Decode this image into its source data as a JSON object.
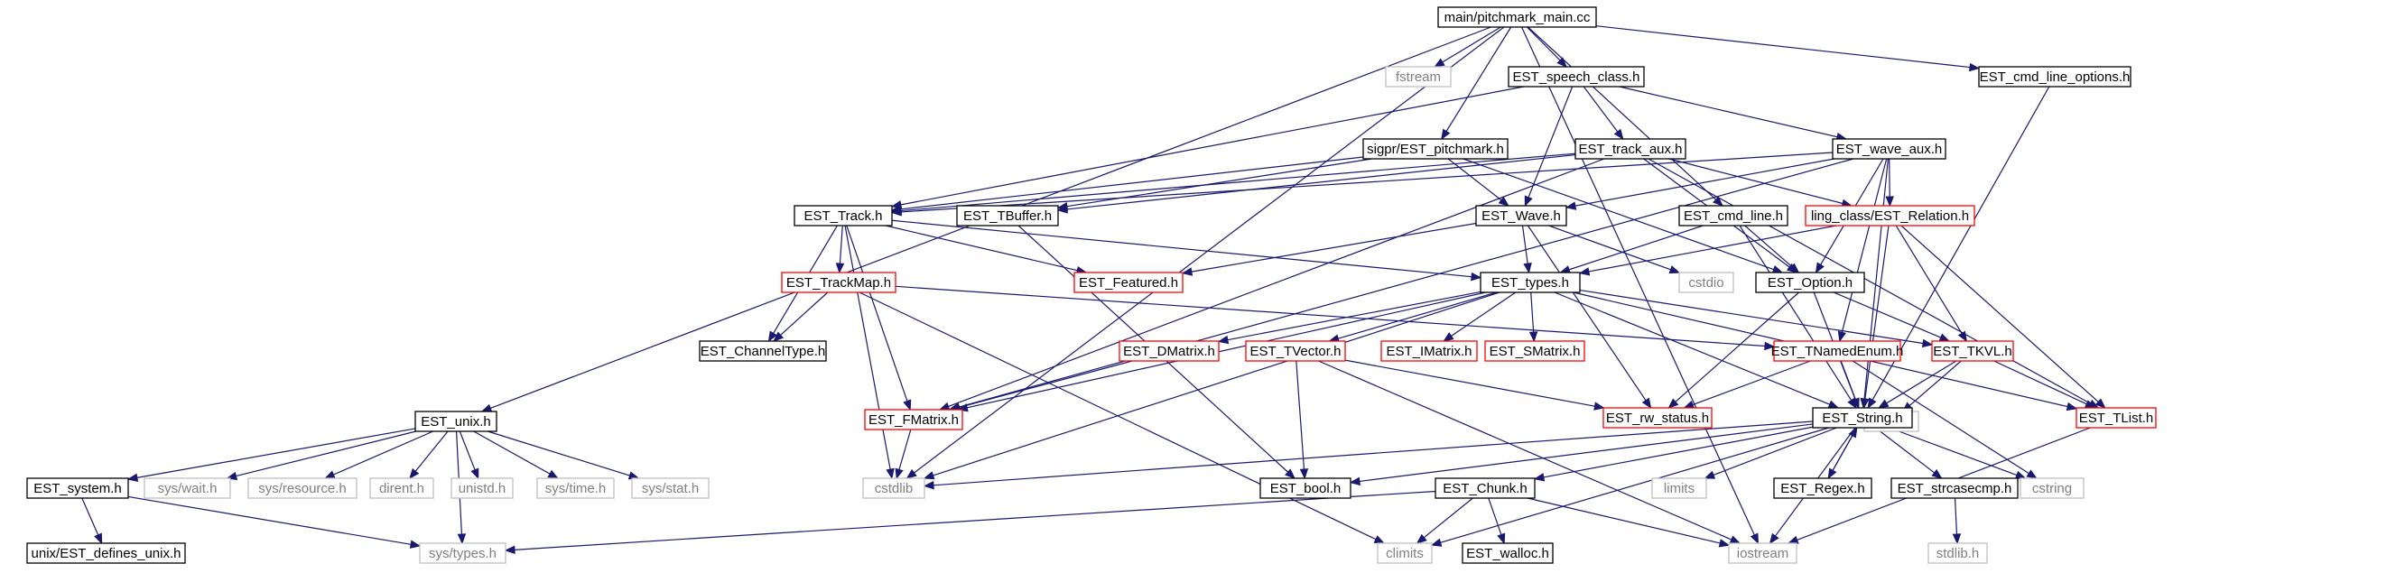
{
  "diagram": {
    "type": "include-dependency-graph",
    "colors": {
      "edge": "#191970",
      "node_border_default": "#000000",
      "node_border_expanded": "#ff0000",
      "node_border_external": "#bfbfbf",
      "node_fill_root": "#bfbfbf",
      "node_fill": "#ffffff"
    },
    "nodes": [
      {
        "id": "root",
        "label": "main/pitchmark_main.cc",
        "style": "root"
      },
      {
        "id": "fstream",
        "label": "fstream",
        "style": "external"
      },
      {
        "id": "speech_class",
        "label": "EST_speech_class.h",
        "style": "normal"
      },
      {
        "id": "cmd_line_options",
        "label": "EST_cmd_line_options.h",
        "style": "normal"
      },
      {
        "id": "sigpr_pitchmark",
        "label": "sigpr/EST_pitchmark.h",
        "style": "normal"
      },
      {
        "id": "track_aux",
        "label": "EST_track_aux.h",
        "style": "normal"
      },
      {
        "id": "wave_aux",
        "label": "EST_wave_aux.h",
        "style": "normal"
      },
      {
        "id": "track",
        "label": "EST_Track.h",
        "style": "normal"
      },
      {
        "id": "tbuffer",
        "label": "EST_TBuffer.h",
        "style": "normal"
      },
      {
        "id": "wave",
        "label": "EST_Wave.h",
        "style": "normal"
      },
      {
        "id": "cmd_line",
        "label": "EST_cmd_line.h",
        "style": "normal"
      },
      {
        "id": "relation",
        "label": "ling_class/EST_Relation.h",
        "style": "expanded"
      },
      {
        "id": "trackmap",
        "label": "EST_TrackMap.h",
        "style": "expanded"
      },
      {
        "id": "featured",
        "label": "EST_Featured.h",
        "style": "expanded"
      },
      {
        "id": "types",
        "label": "EST_types.h",
        "style": "normal"
      },
      {
        "id": "cstdio",
        "label": "cstdio",
        "style": "external"
      },
      {
        "id": "option",
        "label": "EST_Option.h",
        "style": "normal"
      },
      {
        "id": "channeltype",
        "label": "EST_ChannelType.h",
        "style": "normal"
      },
      {
        "id": "dmatrix",
        "label": "EST_DMatrix.h",
        "style": "expanded"
      },
      {
        "id": "tvector",
        "label": "EST_TVector.h",
        "style": "expanded"
      },
      {
        "id": "imatrix",
        "label": "EST_IMatrix.h",
        "style": "expanded"
      },
      {
        "id": "smatrix",
        "label": "EST_SMatrix.h",
        "style": "expanded"
      },
      {
        "id": "tnamedenum",
        "label": "EST_TNamedEnum.h",
        "style": "expanded"
      },
      {
        "id": "tkvl",
        "label": "EST_TKVL.h",
        "style": "expanded"
      },
      {
        "id": "unix",
        "label": "EST_unix.h",
        "style": "normal"
      },
      {
        "id": "fmatrix",
        "label": "EST_FMatrix.h",
        "style": "expanded"
      },
      {
        "id": "rw_status",
        "label": "EST_rw_status.h",
        "style": "expanded"
      },
      {
        "id": "cmath",
        "label": "cmath",
        "style": "external"
      },
      {
        "id": "string",
        "label": "EST_String.h",
        "style": "normal"
      },
      {
        "id": "tlist",
        "label": "EST_TList.h",
        "style": "expanded"
      },
      {
        "id": "system",
        "label": "EST_system.h",
        "style": "normal"
      },
      {
        "id": "syswait",
        "label": "sys/wait.h",
        "style": "external"
      },
      {
        "id": "sysresource",
        "label": "sys/resource.h",
        "style": "external"
      },
      {
        "id": "dirent",
        "label": "dirent.h",
        "style": "external"
      },
      {
        "id": "unistd",
        "label": "unistd.h",
        "style": "external"
      },
      {
        "id": "systime",
        "label": "sys/time.h",
        "style": "external"
      },
      {
        "id": "sysstat",
        "label": "sys/stat.h",
        "style": "external"
      },
      {
        "id": "cstdlib",
        "label": "cstdlib",
        "style": "external"
      },
      {
        "id": "bool",
        "label": "EST_bool.h",
        "style": "normal"
      },
      {
        "id": "chunk",
        "label": "EST_Chunk.h",
        "style": "normal"
      },
      {
        "id": "limits",
        "label": "limits",
        "style": "external"
      },
      {
        "id": "regex",
        "label": "EST_Regex.h",
        "style": "normal"
      },
      {
        "id": "strcasecmp",
        "label": "EST_strcasecmp.h",
        "style": "normal"
      },
      {
        "id": "cstring",
        "label": "cstring",
        "style": "external"
      },
      {
        "id": "unix_defines",
        "label": "unix/EST_defines_unix.h",
        "style": "normal"
      },
      {
        "id": "systypes",
        "label": "sys/types.h",
        "style": "external"
      },
      {
        "id": "climits",
        "label": "climits",
        "style": "external"
      },
      {
        "id": "walloc",
        "label": "EST_walloc.h",
        "style": "normal"
      },
      {
        "id": "iostream",
        "label": "iostream",
        "style": "external"
      },
      {
        "id": "stdlib",
        "label": "stdlib.h",
        "style": "external"
      }
    ],
    "edges": [
      [
        "root",
        "fstream"
      ],
      [
        "root",
        "speech_class"
      ],
      [
        "root",
        "cmd_line_options"
      ],
      [
        "root",
        "sigpr_pitchmark"
      ],
      [
        "root",
        "cmd_line"
      ],
      [
        "root",
        "unix"
      ],
      [
        "root",
        "cstdlib"
      ],
      [
        "root",
        "iostream"
      ],
      [
        "speech_class",
        "track_aux"
      ],
      [
        "speech_class",
        "wave_aux"
      ],
      [
        "speech_class",
        "track"
      ],
      [
        "speech_class",
        "wave"
      ],
      [
        "cmd_line_options",
        "string"
      ],
      [
        "sigpr_pitchmark",
        "track"
      ],
      [
        "sigpr_pitchmark",
        "wave"
      ],
      [
        "sigpr_pitchmark",
        "option"
      ],
      [
        "sigpr_pitchmark",
        "tbuffer"
      ],
      [
        "track_aux",
        "track"
      ],
      [
        "track_aux",
        "tbuffer"
      ],
      [
        "track_aux",
        "relation"
      ],
      [
        "track_aux",
        "fmatrix"
      ],
      [
        "track_aux",
        "option"
      ],
      [
        "track_aux",
        "tlist"
      ],
      [
        "wave_aux",
        "track"
      ],
      [
        "wave_aux",
        "wave"
      ],
      [
        "wave_aux",
        "relation"
      ],
      [
        "wave_aux",
        "fmatrix"
      ],
      [
        "wave_aux",
        "option"
      ],
      [
        "wave_aux",
        "string"
      ],
      [
        "wave_aux",
        "tnamedenum"
      ],
      [
        "track",
        "trackmap"
      ],
      [
        "track",
        "featured"
      ],
      [
        "track",
        "types"
      ],
      [
        "track",
        "fmatrix"
      ],
      [
        "track",
        "channeltype"
      ],
      [
        "track",
        "cstdlib"
      ],
      [
        "tbuffer",
        "bool"
      ],
      [
        "wave",
        "types"
      ],
      [
        "wave",
        "featured"
      ],
      [
        "wave",
        "cstdio"
      ],
      [
        "wave",
        "rw_status"
      ],
      [
        "cmd_line",
        "types"
      ],
      [
        "cmd_line",
        "option"
      ],
      [
        "cmd_line",
        "string"
      ],
      [
        "relation",
        "types"
      ],
      [
        "relation",
        "tkvl"
      ],
      [
        "relation",
        "string"
      ],
      [
        "relation",
        "tlist"
      ],
      [
        "trackmap",
        "channeltype"
      ],
      [
        "trackmap",
        "tnamedenum"
      ],
      [
        "trackmap",
        "climits"
      ],
      [
        "types",
        "dmatrix"
      ],
      [
        "types",
        "tvector"
      ],
      [
        "types",
        "imatrix"
      ],
      [
        "types",
        "smatrix"
      ],
      [
        "types",
        "tkvl"
      ],
      [
        "types",
        "fmatrix"
      ],
      [
        "types",
        "string"
      ],
      [
        "types",
        "cstdlib"
      ],
      [
        "types",
        "tlist"
      ],
      [
        "option",
        "tkvl"
      ],
      [
        "option",
        "string"
      ],
      [
        "option",
        "rw_status"
      ],
      [
        "dmatrix",
        "fmatrix"
      ],
      [
        "tvector",
        "bool"
      ],
      [
        "tvector",
        "rw_status"
      ],
      [
        "tvector",
        "iostream"
      ],
      [
        "tnamedenum",
        "string"
      ],
      [
        "tnamedenum",
        "rw_status"
      ],
      [
        "tnamedenum",
        "cstring"
      ],
      [
        "tkvl",
        "tlist"
      ],
      [
        "tkvl",
        "string"
      ],
      [
        "tkvl",
        "cmath"
      ],
      [
        "fmatrix",
        "cstdlib"
      ],
      [
        "string",
        "cstdlib"
      ],
      [
        "string",
        "bool"
      ],
      [
        "string",
        "chunk"
      ],
      [
        "string",
        "limits"
      ],
      [
        "string",
        "regex"
      ],
      [
        "string",
        "strcasecmp"
      ],
      [
        "string",
        "cstring"
      ],
      [
        "string",
        "iostream"
      ],
      [
        "string",
        "climits"
      ],
      [
        "regex",
        "string"
      ],
      [
        "tlist",
        "iostream"
      ],
      [
        "unix",
        "system"
      ],
      [
        "unix",
        "syswait"
      ],
      [
        "unix",
        "sysresource"
      ],
      [
        "unix",
        "dirent"
      ],
      [
        "unix",
        "unistd"
      ],
      [
        "unix",
        "systime"
      ],
      [
        "unix",
        "sysstat"
      ],
      [
        "unix",
        "systypes"
      ],
      [
        "system",
        "unix_defines"
      ],
      [
        "system",
        "systypes"
      ],
      [
        "chunk",
        "systypes"
      ],
      [
        "chunk",
        "climits"
      ],
      [
        "chunk",
        "walloc"
      ],
      [
        "chunk",
        "iostream"
      ],
      [
        "strcasecmp",
        "stdlib"
      ]
    ]
  }
}
